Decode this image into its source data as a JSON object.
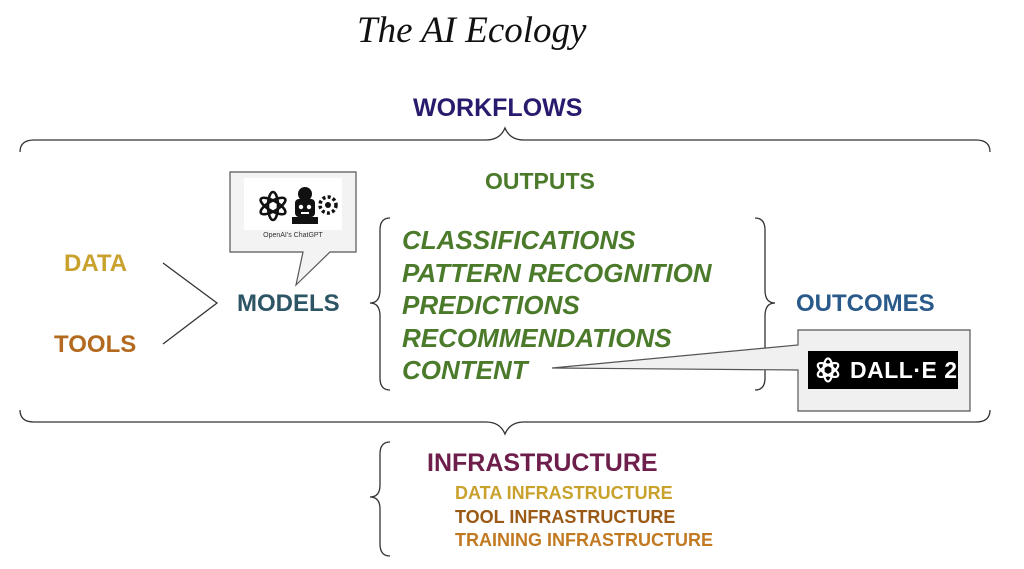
{
  "title": "The AI Ecology",
  "workflows_label": "WORKFLOWS",
  "inputs": [
    {
      "label": "DATA"
    },
    {
      "label": "TOOLS"
    }
  ],
  "models_label": "MODELS",
  "chatgpt_callout": {
    "caption": "OpenAI's ChatGPT",
    "icons": [
      "openai-logo-icon",
      "robot-brain-icon",
      "gear-icon"
    ]
  },
  "outputs_label": "OUTPUTS",
  "outputs": [
    "CLASSIFICATIONS",
    "PATTERN RECOGNITION",
    "PREDICTIONS",
    "RECOMMENDATIONS",
    "CONTENT"
  ],
  "outcomes_label": "OUTCOMES",
  "dalle_callout": {
    "text": "DALL·E 2",
    "icon": "openai-logo-icon"
  },
  "infrastructure": {
    "label": "INFRASTRUCTURE",
    "items": [
      "DATA INFRASTRUCTURE",
      "TOOL INFRASTRUCTURE",
      "TRAINING INFRASTRUCTURE"
    ]
  },
  "colors": {
    "workflows": "#2a1a6e",
    "outputs": "#4a7a2a",
    "data": "#c9a22e",
    "tools": "#b36a1e",
    "models": "#2e5566",
    "outcomes": "#2a5a8a",
    "infrastructure": "#6e1e4a",
    "infra_data": "#c9a22e",
    "infra_tool": "#9a5a16",
    "infra_training": "#c27a22",
    "lines": "#333333"
  }
}
